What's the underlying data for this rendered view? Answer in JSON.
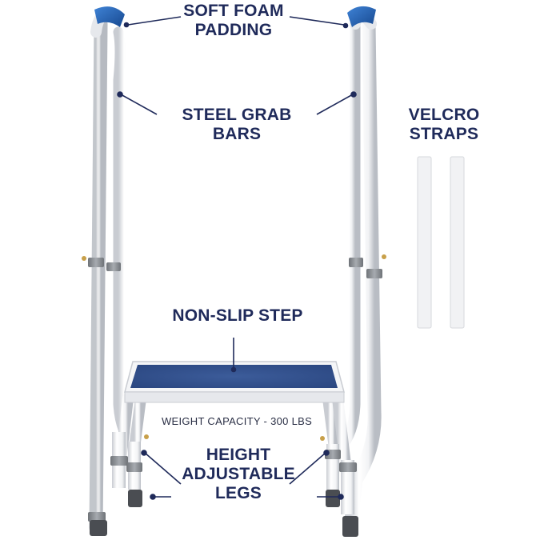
{
  "labels": {
    "soft_foam_padding": [
      "SOFT FOAM",
      "PADDING"
    ],
    "steel_grab_bars": "STEEL GRAB BARS",
    "velcro_straps": [
      "VELCRO",
      "STRAPS"
    ],
    "non_slip_step": "NON-SLIP STEP",
    "weight_capacity": "WEIGHT CAPACITY - 300 LBS",
    "height_adjustable_legs": [
      "HEIGHT",
      "ADJUSTABLE",
      "LEGS"
    ]
  },
  "colors": {
    "label_text": "#1f2a5a",
    "foam_padding": "#1f5fae",
    "step_surface": "#2f4f8f",
    "frame": "#ffffff",
    "collar": "#8d9196",
    "leg_cap": "#4a4d52"
  },
  "icons": [
    "steel-frame",
    "foam-grip",
    "non-slip-step-platform",
    "velcro-strap",
    "leg-foot-cap"
  ]
}
